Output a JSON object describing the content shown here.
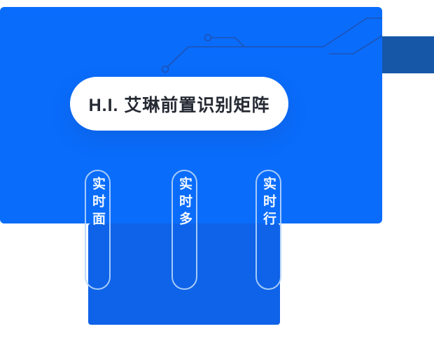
{
  "hero": {
    "title_card": {
      "text": "H.I. 艾琳前置识别矩阵"
    },
    "bg_color": "#0a6cfb"
  },
  "decor": {
    "corner_panel_color": "#1757a8",
    "lower_panel_color": "#0e63e8",
    "circuit_line_color": "#1d53b4",
    "pill_border_color": "#b7d5f8",
    "pill_text_color": "#f2f8ff"
  },
  "pills": [
    {
      "label": "实时面"
    },
    {
      "label": "实时多"
    },
    {
      "label": "实时行"
    }
  ]
}
